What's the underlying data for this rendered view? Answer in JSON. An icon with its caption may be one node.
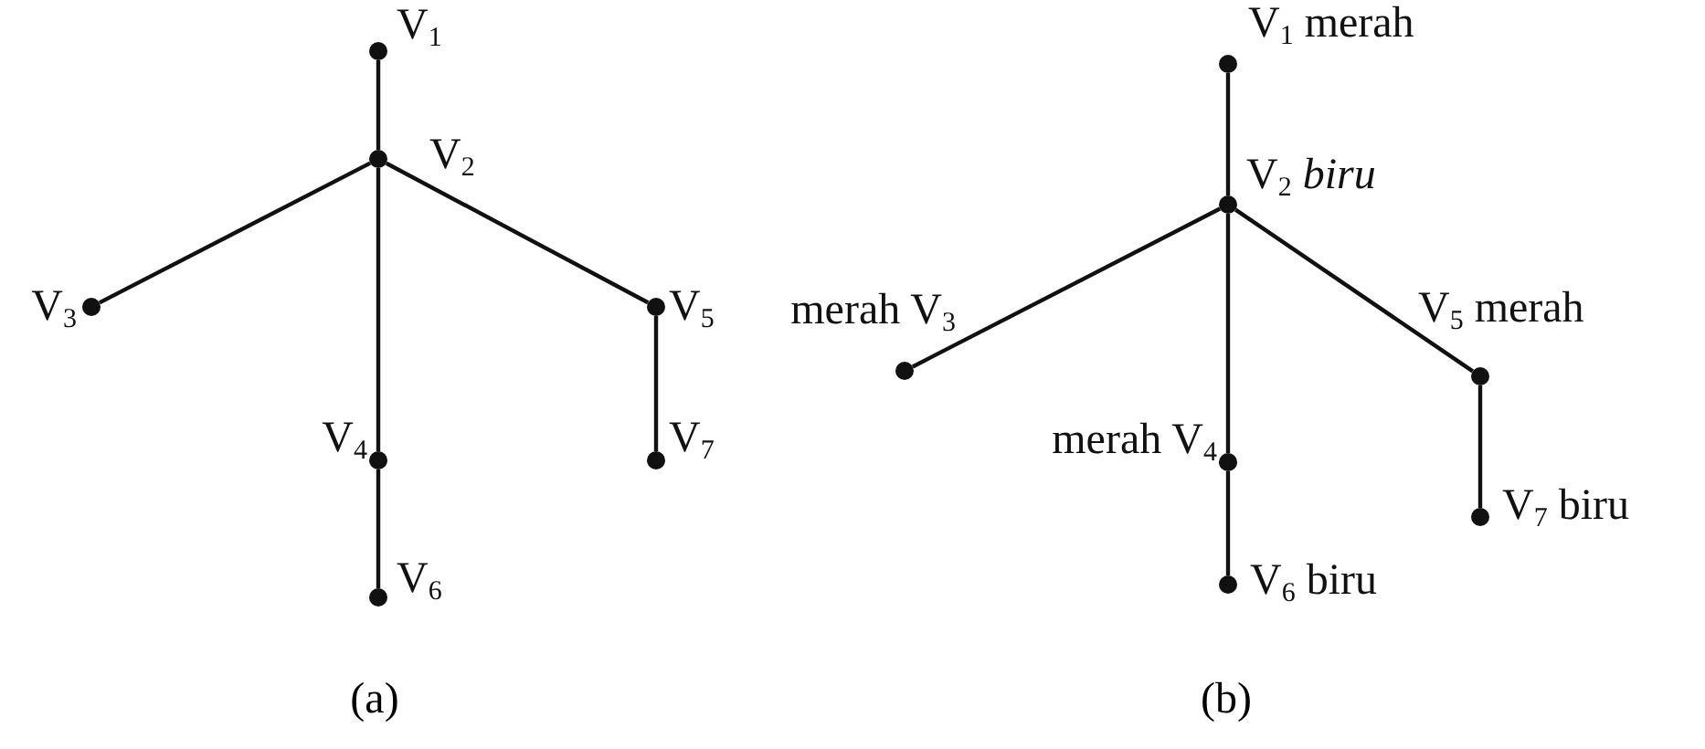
{
  "diagram": {
    "nodes": [
      {
        "text": [
          "V$_{1}$"
        ]
      },
      {
        "text": [
          "V$_{2}$"
        ]
      },
      {
        "text": [
          "V$_{3}$"
        ]
      },
      {
        "text": [
          "V$_{5}$"
        ]
      },
      {
        "text": [
          "V$_{4}$"
        ]
      },
      {
        "text": [
          "V$_{7}$"
        ]
      },
      {
        "text": [
          "V$_{6}$"
        ]
      },
      {
        "text": [
          "V$_{1}$ merah"
        ]
      },
      {
        "text": [
          "V$_{2}$ *biru*"
        ]
      },
      {
        "text": [
          "merah V$_{3}$"
        ]
      },
      {
        "text": [
          "V$_{5}$ merah"
        ]
      },
      {
        "text": [
          "merah V$_{4}$"
        ]
      },
      {
        "text": [
          "V$_{7}$ biru"
        ]
      },
      {
        "text": [
          "V$_{6}$  biru"
        ]
      }
    ],
    "edges": [
      {
        "from": 0,
        "to": 1,
        "arrow": "none"
      },
      {
        "from": 1,
        "to": 2,
        "arrow": "none"
      },
      {
        "from": 1,
        "to": 4,
        "arrow": "none"
      },
      {
        "from": 1,
        "to": 3,
        "arrow": "none"
      },
      {
        "from": 4,
        "to": 6,
        "arrow": "none"
      },
      {
        "from": 3,
        "to": 5,
        "arrow": "none"
      },
      {
        "from": 7,
        "to": 8,
        "arrow": "none"
      },
      {
        "from": 8,
        "to": 9,
        "arrow": "none"
      },
      {
        "from": 8,
        "to": 11,
        "arrow": "none"
      },
      {
        "from": 8,
        "to": 10,
        "arrow": "none"
      },
      {
        "from": 11,
        "to": 13,
        "arrow": "none"
      },
      {
        "from": 10,
        "to": 12,
        "arrow": "none"
      }
    ],
    "labels": [
      "(a)",
      "(b)"
    ]
  }
}
